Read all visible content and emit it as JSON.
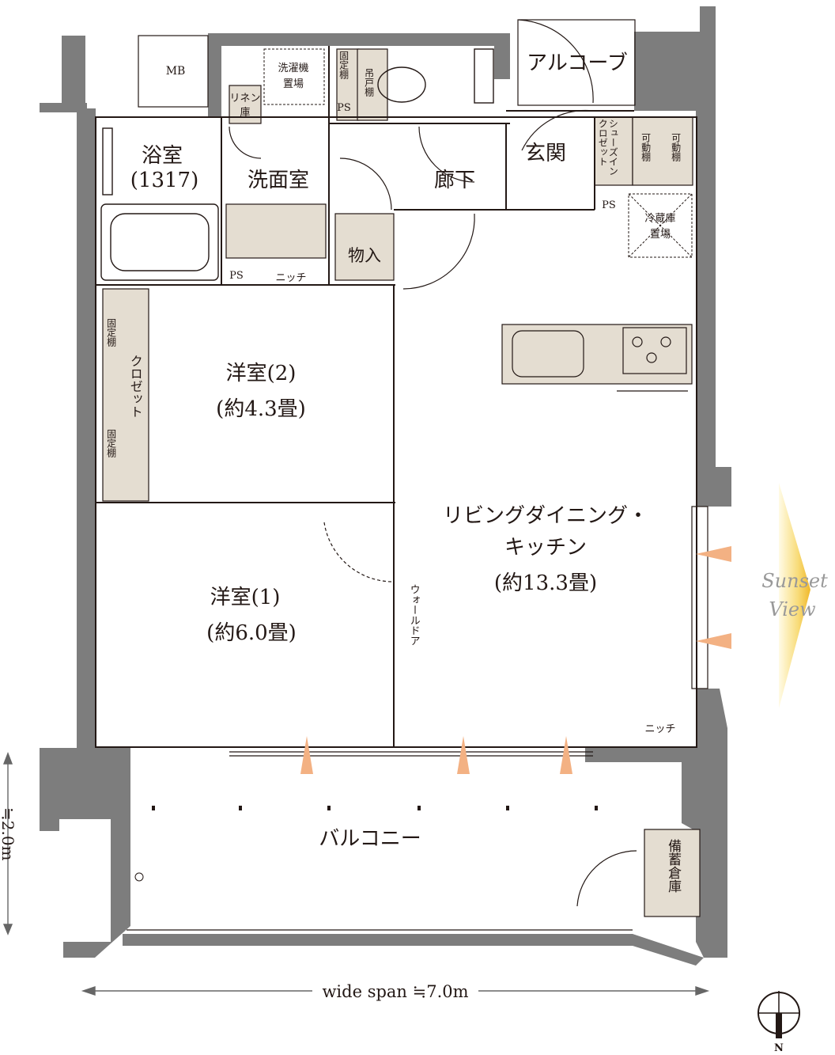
{
  "rooms": {
    "mb": "MB",
    "washer": [
      "洗濯機",
      "置場"
    ],
    "fixed_shelf_top": [
      "固",
      "定",
      "棚"
    ],
    "hanging_shelf": [
      "吊",
      "戸",
      "棚"
    ],
    "ps": "PS",
    "alcove": "アルコーブ",
    "linen": [
      "リネン",
      "庫"
    ],
    "bath": "浴室",
    "bath_size": "(1317)",
    "washroom": "洗面室",
    "corridor": "廊下",
    "entrance": "玄関",
    "shoe_closet": [
      "シュー",
      "ズイン",
      "クロ",
      "ゼット"
    ],
    "movable_shelf": [
      "可",
      "動",
      "棚"
    ],
    "fridge": [
      "冷蔵庫",
      "置場"
    ],
    "storage": "物入",
    "niche": "ニッチ",
    "closet": "クロゼット",
    "fixed_shelf": [
      "固",
      "定",
      "棚"
    ],
    "western2": "洋室(2)",
    "western2_size": "(約4.3畳)",
    "western1": "洋室(1)",
    "western1_size": "(約6.0畳)",
    "ldk_line1": "リビングダイニング・",
    "ldk_line2": "キッチン",
    "ldk_size": "(約13.3畳)",
    "wall_door": "ウォールドア",
    "balcony": "バルコニー",
    "reserve": [
      "備",
      "蓄",
      "倉",
      "庫"
    ]
  },
  "dims": {
    "depth": "≒2.0m",
    "span": "wide span ≒7.0m"
  },
  "sunset": [
    "Sunset",
    "View"
  ],
  "compass": "N",
  "colors": {
    "wall": "#7d7d7d",
    "fixture": "#e4ddd1",
    "accent_orange": "#f3b183",
    "sunset_yellow": "#f2c233",
    "line": "#231815"
  }
}
